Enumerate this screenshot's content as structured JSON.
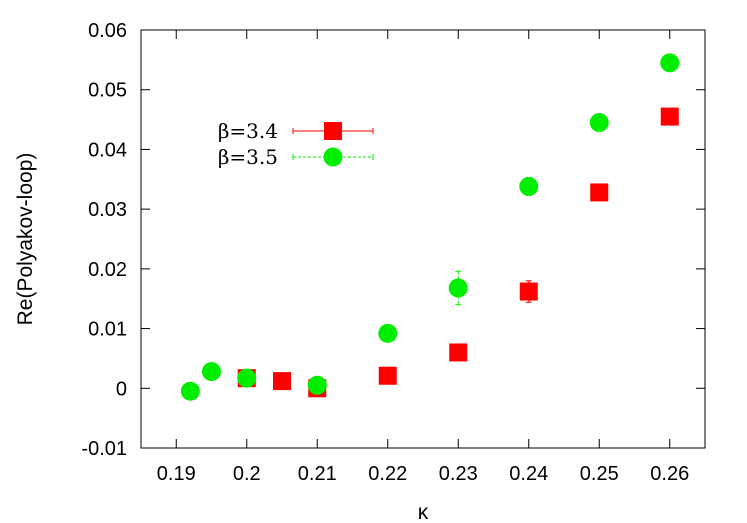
{
  "chart_data": {
    "type": "scatter",
    "xlabel": "κ",
    "ylabel": "Re(Polyakov-loop)",
    "xlim": [
      0.185,
      0.265
    ],
    "ylim": [
      -0.01,
      0.06
    ],
    "xticks": [
      "0.19",
      "0.2",
      "0.21",
      "0.22",
      "0.23",
      "0.24",
      "0.25",
      "0.26"
    ],
    "yticks": [
      "-0.01",
      "0",
      "0.01",
      "0.02",
      "0.03",
      "0.04",
      "0.05",
      "0.06"
    ],
    "legend_position": "top-left",
    "grid": false,
    "series": [
      {
        "name": "β=3.4",
        "marker": "square",
        "color": "#ff0000",
        "points": [
          {
            "x": 0.2,
            "y": 0.0017,
            "err": 0.0003
          },
          {
            "x": 0.205,
            "y": 0.0012,
            "err": 0.0003
          },
          {
            "x": 0.21,
            "y": 0.0,
            "err": 0.0003
          },
          {
            "x": 0.22,
            "y": 0.0021,
            "err": 0.0003
          },
          {
            "x": 0.23,
            "y": 0.006,
            "err": 0.0004
          },
          {
            "x": 0.24,
            "y": 0.0162,
            "err": 0.0018
          },
          {
            "x": 0.25,
            "y": 0.0328,
            "err": 0.0005
          },
          {
            "x": 0.26,
            "y": 0.0455,
            "err": 0.0004
          }
        ]
      },
      {
        "name": "β=3.5",
        "marker": "circle",
        "color": "#00ee00",
        "points": [
          {
            "x": 0.192,
            "y": -0.0005,
            "err": 0.0003
          },
          {
            "x": 0.195,
            "y": 0.0028,
            "err": 0.0003
          },
          {
            "x": 0.2,
            "y": 0.0017,
            "err": 0.0003
          },
          {
            "x": 0.21,
            "y": 0.0005,
            "err": 0.0003
          },
          {
            "x": 0.22,
            "y": 0.0092,
            "err": 0.0004
          },
          {
            "x": 0.23,
            "y": 0.0168,
            "err": 0.0028
          },
          {
            "x": 0.24,
            "y": 0.0338,
            "err": 0.0015
          },
          {
            "x": 0.25,
            "y": 0.0445,
            "err": 0.0005
          },
          {
            "x": 0.26,
            "y": 0.0545,
            "err": 0.0005
          }
        ]
      }
    ]
  }
}
